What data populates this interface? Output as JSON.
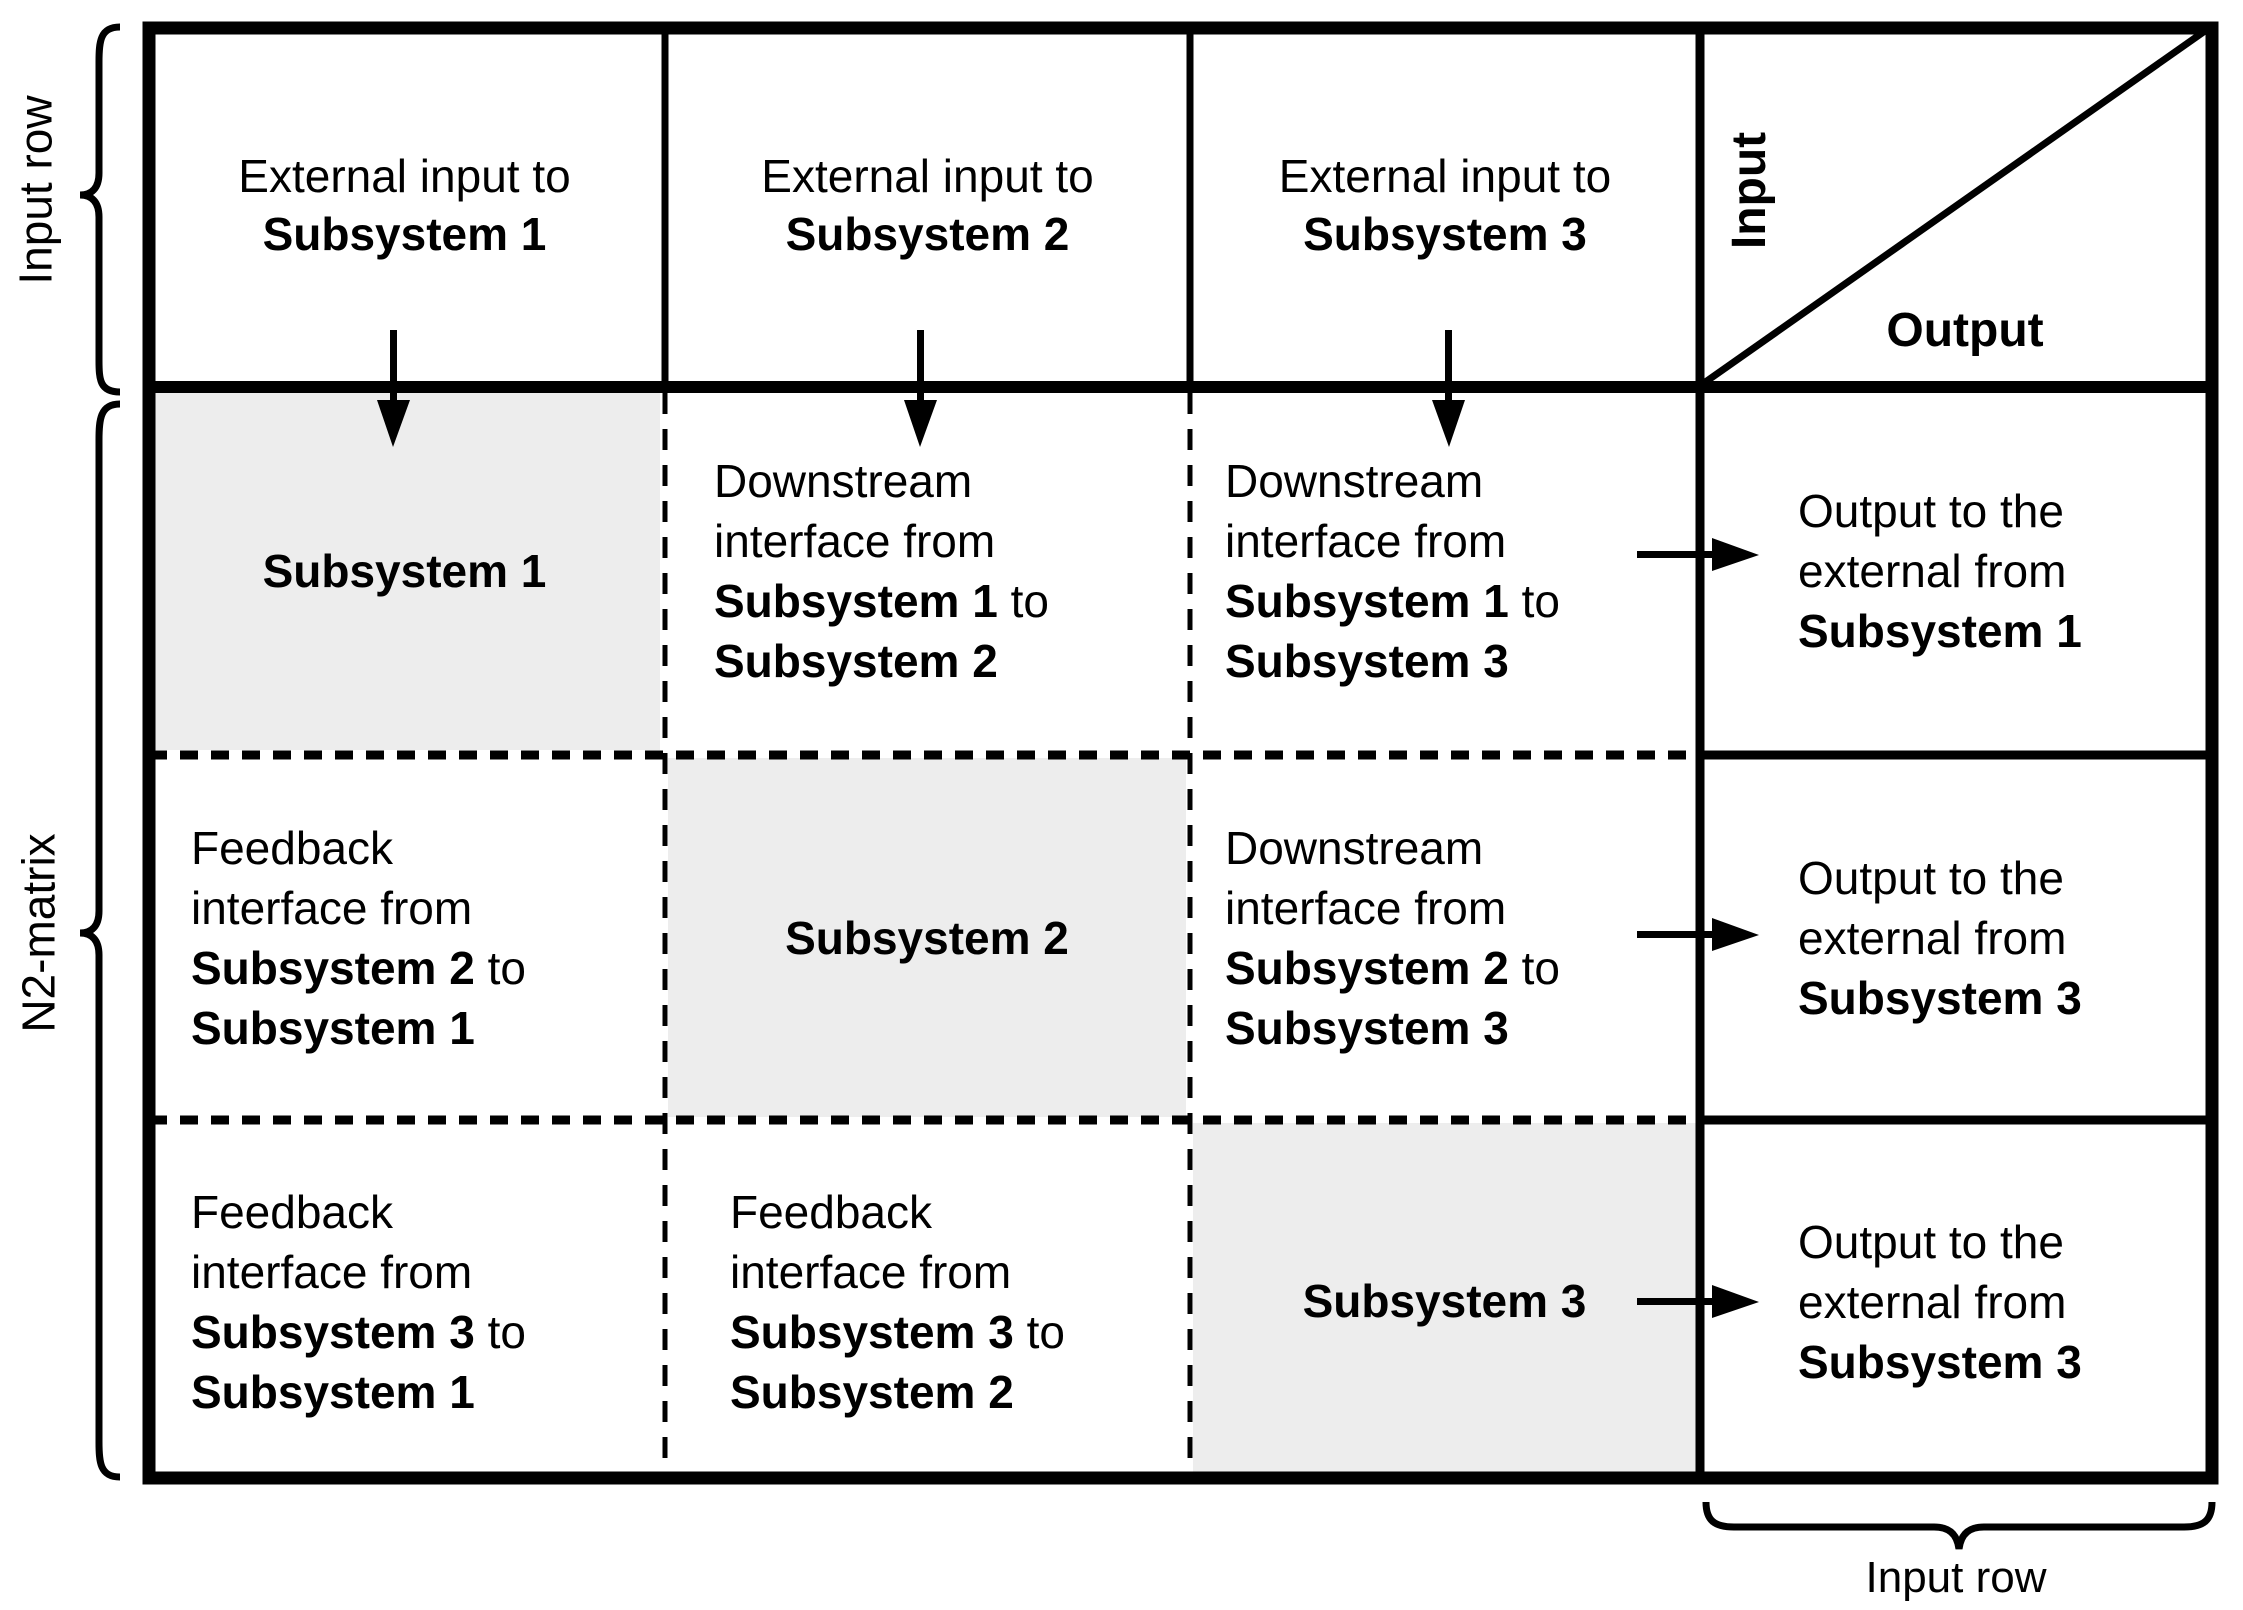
{
  "diagram": {
    "side_labels": {
      "input_row": "Input row",
      "n2_matrix": "N2-matrix"
    },
    "bottom_label": "Input row",
    "io_header": {
      "input": "Input",
      "output": "Output"
    },
    "header_row": [
      {
        "pre": "External input to",
        "name": "Subsystem 1"
      },
      {
        "pre": "External input to",
        "name": "Subsystem 2"
      },
      {
        "pre": "External input to",
        "name": "Subsystem 3"
      }
    ],
    "rows": {
      "r1": {
        "c1": {
          "name": "Subsystem 1"
        },
        "c2": {
          "l1": "Downstream",
          "l2": "interface from",
          "from": "Subsystem 1",
          "mid": " to",
          "to": "Subsystem 2"
        },
        "c3": {
          "l1": "Downstream",
          "l2": "interface from",
          "from": "Subsystem 1",
          "mid": " to",
          "to": "Subsystem 3"
        },
        "out": {
          "l1": "Output to the",
          "l2": "external from",
          "name": "Subsystem 1"
        }
      },
      "r2": {
        "c1": {
          "l1": "Feedback",
          "l2": "interface from",
          "from": "Subsystem 2",
          "mid": " to",
          "to": "Subsystem 1"
        },
        "c2": {
          "name": "Subsystem 2"
        },
        "c3": {
          "l1": "Downstream",
          "l2": "interface from",
          "from": "Subsystem 2",
          "mid": " to",
          "to": "Subsystem 3"
        },
        "out": {
          "l1": "Output to the",
          "l2": "external from",
          "name": "Subsystem 3"
        }
      },
      "r3": {
        "c1": {
          "l1": "Feedback",
          "l2": "interface from",
          "from": "Subsystem 3",
          "mid": " to",
          "to": "Subsystem 1"
        },
        "c2": {
          "l1": "Feedback",
          "l2": "interface from",
          "from": "Subsystem 3",
          "mid": " to",
          "to": "Subsystem 2"
        },
        "c3": {
          "name": "Subsystem 3"
        },
        "out": {
          "l1": "Output to the",
          "l2": "external from",
          "name": "Subsystem 3"
        }
      }
    },
    "colors": {
      "shaded_cell": "#ededed",
      "line": "#000000",
      "background": "#ffffff"
    }
  }
}
